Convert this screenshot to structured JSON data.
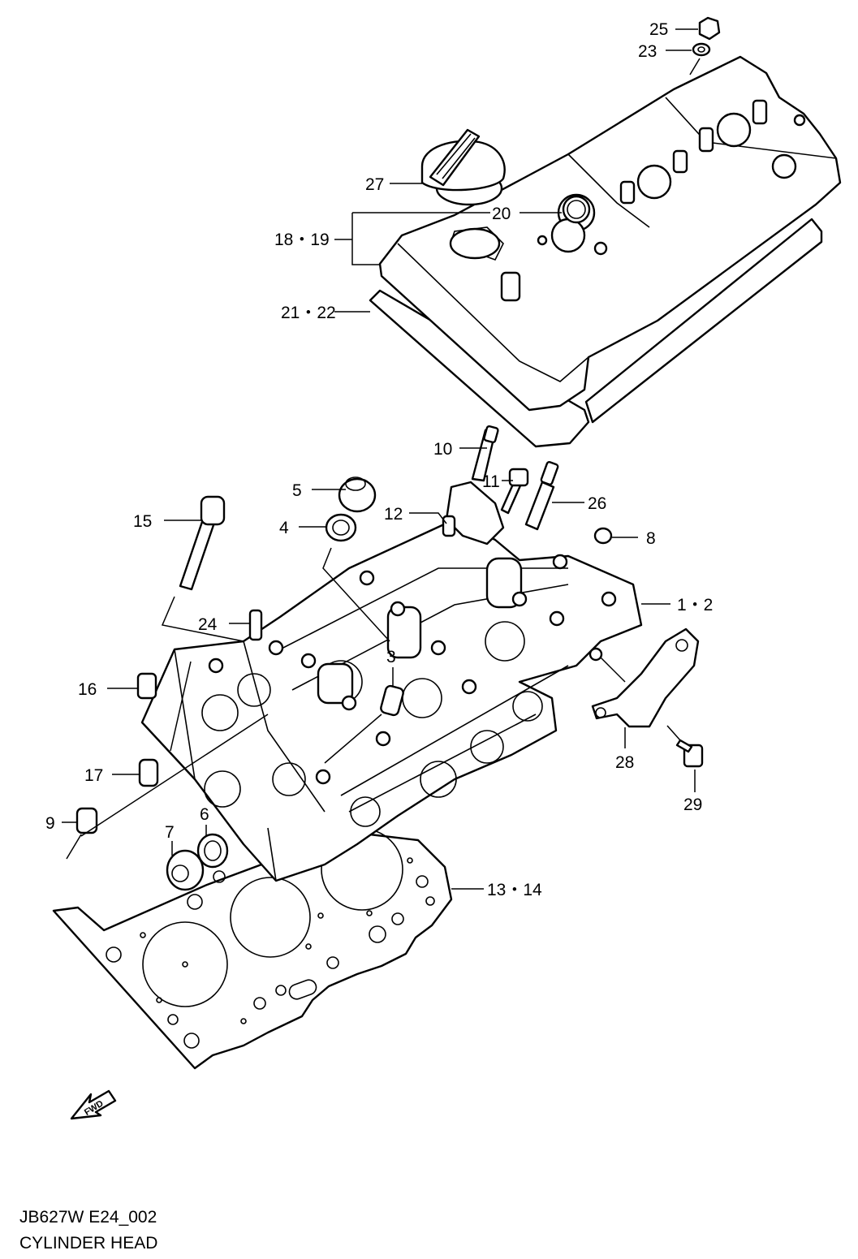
{
  "diagram": {
    "code": "JB627W E24_002",
    "title": "CYLINDER HEAD",
    "fwd_badge": "FWD",
    "callouts": {
      "c25": "25",
      "c23": "23",
      "c27": "27",
      "c20": "20",
      "c18_19": "18・19",
      "c21_22": "21・22",
      "c10": "10",
      "c11": "11",
      "c26": "26",
      "c5": "5",
      "c12": "12",
      "c15": "15",
      "c4": "4",
      "c8": "8",
      "c1_2": "1・2",
      "c24": "24",
      "c3": "3",
      "c16": "16",
      "c28": "28",
      "c17": "17",
      "c29": "29",
      "c9": "9",
      "c6": "6",
      "c7": "7",
      "c13_14": "13・14"
    }
  }
}
